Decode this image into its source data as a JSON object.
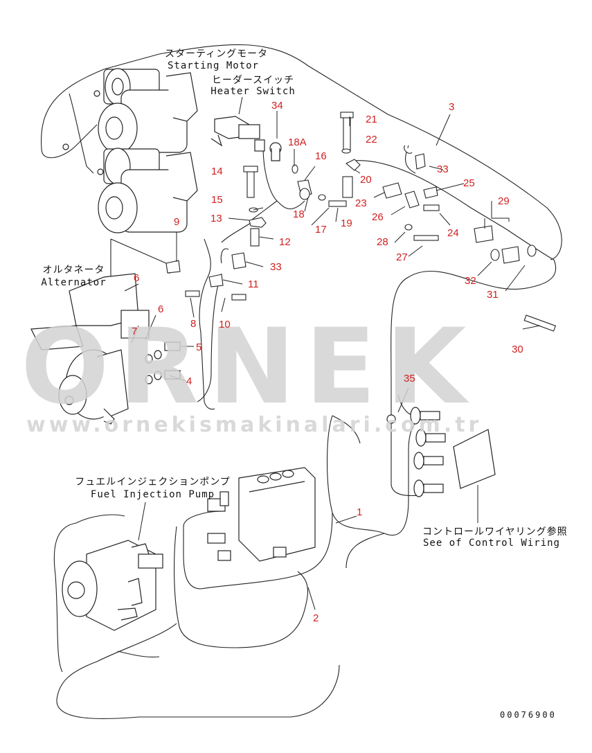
{
  "labels": {
    "starting_motor_jp": "スターティングモータ",
    "starting_motor_en": "Starting Motor",
    "heater_switch_jp": "ヒーダースイッチ",
    "heater_switch_en": "Heater Switch",
    "alternator_jp": "オルタネータ",
    "alternator_en": "Alternator",
    "fuel_pump_jp": "フュエルインジェクションポンプ",
    "fuel_pump_en": "Fuel Injection Pump",
    "control_wiring_jp": "コントロールワイヤリング参照",
    "control_wiring_en": "See of Control Wiring"
  },
  "watermark": {
    "brand": "ORNEK",
    "url": "www.ornekismakinalari.com.tr"
  },
  "drawing_code": "00076900",
  "part_numbers": [
    "1",
    "2",
    "3",
    "4",
    "5",
    "6",
    "6",
    "7",
    "8",
    "9",
    "10",
    "11",
    "12",
    "13",
    "14",
    "15",
    "16",
    "17",
    "18",
    "18A",
    "19",
    "20",
    "21",
    "22",
    "23",
    "24",
    "25",
    "26",
    "27",
    "28",
    "29",
    "30",
    "31",
    "32",
    "33",
    "33",
    "34",
    "35"
  ],
  "colors": {
    "callout": "#d02020",
    "line": "#222222",
    "watermark": "#d3d3d3"
  }
}
